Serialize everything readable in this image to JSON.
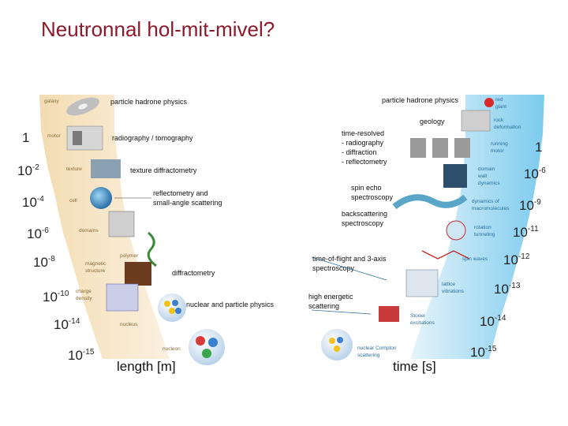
{
  "slide": {
    "title": "Neutronnal hol-mit-mivel?"
  },
  "left": {
    "axis_label": "length [m]",
    "scale_labels": [
      {
        "base": "1",
        "exp": ""
      },
      {
        "base": "10",
        "exp": "-2"
      },
      {
        "base": "10",
        "exp": "-4"
      },
      {
        "base": "10",
        "exp": "-6"
      },
      {
        "base": "10",
        "exp": "-8"
      },
      {
        "base": "10",
        "exp": "-10"
      },
      {
        "base": "10",
        "exp": "-14"
      },
      {
        "base": "10",
        "exp": "-15"
      }
    ],
    "band_items": [
      "galaxy",
      "motor",
      "texture",
      "cell",
      "domains",
      "polymer",
      "magnetic",
      "structure",
      "charge",
      "density",
      "nucleus",
      "nucleon"
    ],
    "techniques": [
      "particle hadrone physics",
      "radiography / tomography",
      "texture diffractometry",
      "reflectometry and",
      "small-angle scattering",
      "diffractometry",
      "nuclear and particle physics"
    ]
  },
  "right": {
    "axis_label": "time [s]",
    "scale_labels": [
      {
        "base": "1",
        "exp": ""
      },
      {
        "base": "10",
        "exp": "-6"
      },
      {
        "base": "10",
        "exp": "-9"
      },
      {
        "base": "10",
        "exp": "-11"
      },
      {
        "base": "10",
        "exp": "-12"
      },
      {
        "base": "10",
        "exp": "-13"
      },
      {
        "base": "10",
        "exp": "-14"
      },
      {
        "base": "10",
        "exp": "-15"
      }
    ],
    "band_items": [
      "red",
      "giant",
      "rock",
      "deformation",
      "running",
      "motor",
      "domain",
      "wall",
      "dynamics",
      "dynamics of",
      "macromolecules",
      "rotation",
      "tunneling",
      "spin waves",
      "lattice",
      "vibrations",
      "Stoner",
      "excitations",
      "nuclear Compton",
      "scattering"
    ],
    "techniques": [
      "particle hadrone physics",
      "geology",
      "time-resolved",
      "- radiography",
      "- diffraction",
      "- reflectometry",
      "spin echo",
      "spectroscopy",
      "backscattering",
      "spectroscopy",
      "time-of-flight and 3-axis",
      "spectroscopy",
      "high energetic",
      "scattering"
    ]
  },
  "colors": {
    "title": "#8b1a2b",
    "left_band": "#e8c590",
    "right_band": "#6cc4ea"
  }
}
